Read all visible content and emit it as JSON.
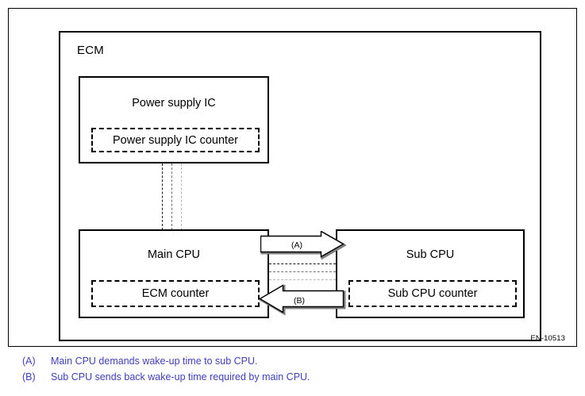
{
  "figure": {
    "id_label": "EN-10513",
    "enclosure": {
      "label": "ECM"
    },
    "blocks": [
      {
        "key": "power_supply_ic",
        "title": "Power supply IC",
        "counter": "Power supply IC counter"
      },
      {
        "key": "main_cpu",
        "title": "Main CPU",
        "counter": "ECM counter"
      },
      {
        "key": "sub_cpu",
        "title": "Sub CPU",
        "counter": "Sub CPU counter"
      }
    ],
    "arrows": [
      {
        "key": "a",
        "label": "(A)",
        "direction": "right"
      },
      {
        "key": "b",
        "label": "(B)",
        "direction": "left"
      }
    ],
    "bus_colors": {
      "line_1": "#1a1a1a",
      "line_2": "#707070",
      "line_3": "#b4b4b4"
    }
  },
  "captions": {
    "color": "#4040b8",
    "items": [
      {
        "tag": "(A)",
        "text": "Main CPU demands wake-up time to sub CPU."
      },
      {
        "tag": "(B)",
        "text": "Sub CPU sends back wake-up time required by main CPU."
      }
    ]
  }
}
